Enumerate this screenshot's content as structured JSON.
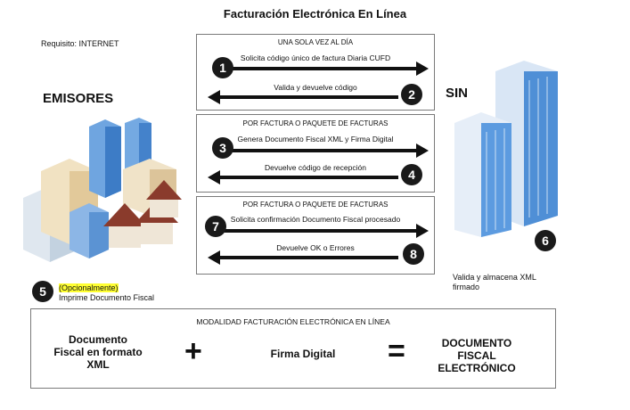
{
  "title": "Facturación Electrónica En Línea",
  "requirement": "Requisito: INTERNET",
  "emisores_label": "EMISORES",
  "sin_label": "SIN",
  "colors": {
    "badge": "#1a1a1a",
    "highlight": "#ffff33",
    "building_blue": "#4f8fd6",
    "roof_red": "#8a3b2c"
  },
  "step_numbers": [
    "1",
    "2",
    "3",
    "4",
    "5",
    "6",
    "7",
    "8"
  ],
  "boxes": [
    {
      "header": "UNA SOLA VEZ AL DÍA",
      "top_message": "Solicita código único de factura Diaria CUFD",
      "bottom_message": "Valida y devuelve código"
    },
    {
      "header": "POR FACTURA O PAQUETE DE FACTURAS",
      "top_message": "Genera Documento Fiscal XML y Firma Digital",
      "bottom_message": "Devuelve código de recepción"
    },
    {
      "header": "POR FACTURA O PAQUETE DE FACTURAS",
      "top_message": "Solicita confirmación Documento Fiscal procesado",
      "bottom_message": "Devuelve OK o Errores"
    }
  ],
  "step5": {
    "optional": "(Opcionalmente)",
    "text": "Imprime Documento Fiscal"
  },
  "step6_text_line1": "Valida y almacena XML",
  "step6_text_line2": "firmado",
  "modality": {
    "header": "MODALIDAD FACTURACIÓN ELECTRÓNICA EN LÍNEA",
    "left_l1": "Documento",
    "left_l2": "Fiscal en formato",
    "left_l3": "XML",
    "plus": "+",
    "middle": "Firma Digital",
    "equals": "=",
    "right_l1": "DOCUMENTO",
    "right_l2": "FISCAL",
    "right_l3": "ELECTRÓNICO"
  }
}
